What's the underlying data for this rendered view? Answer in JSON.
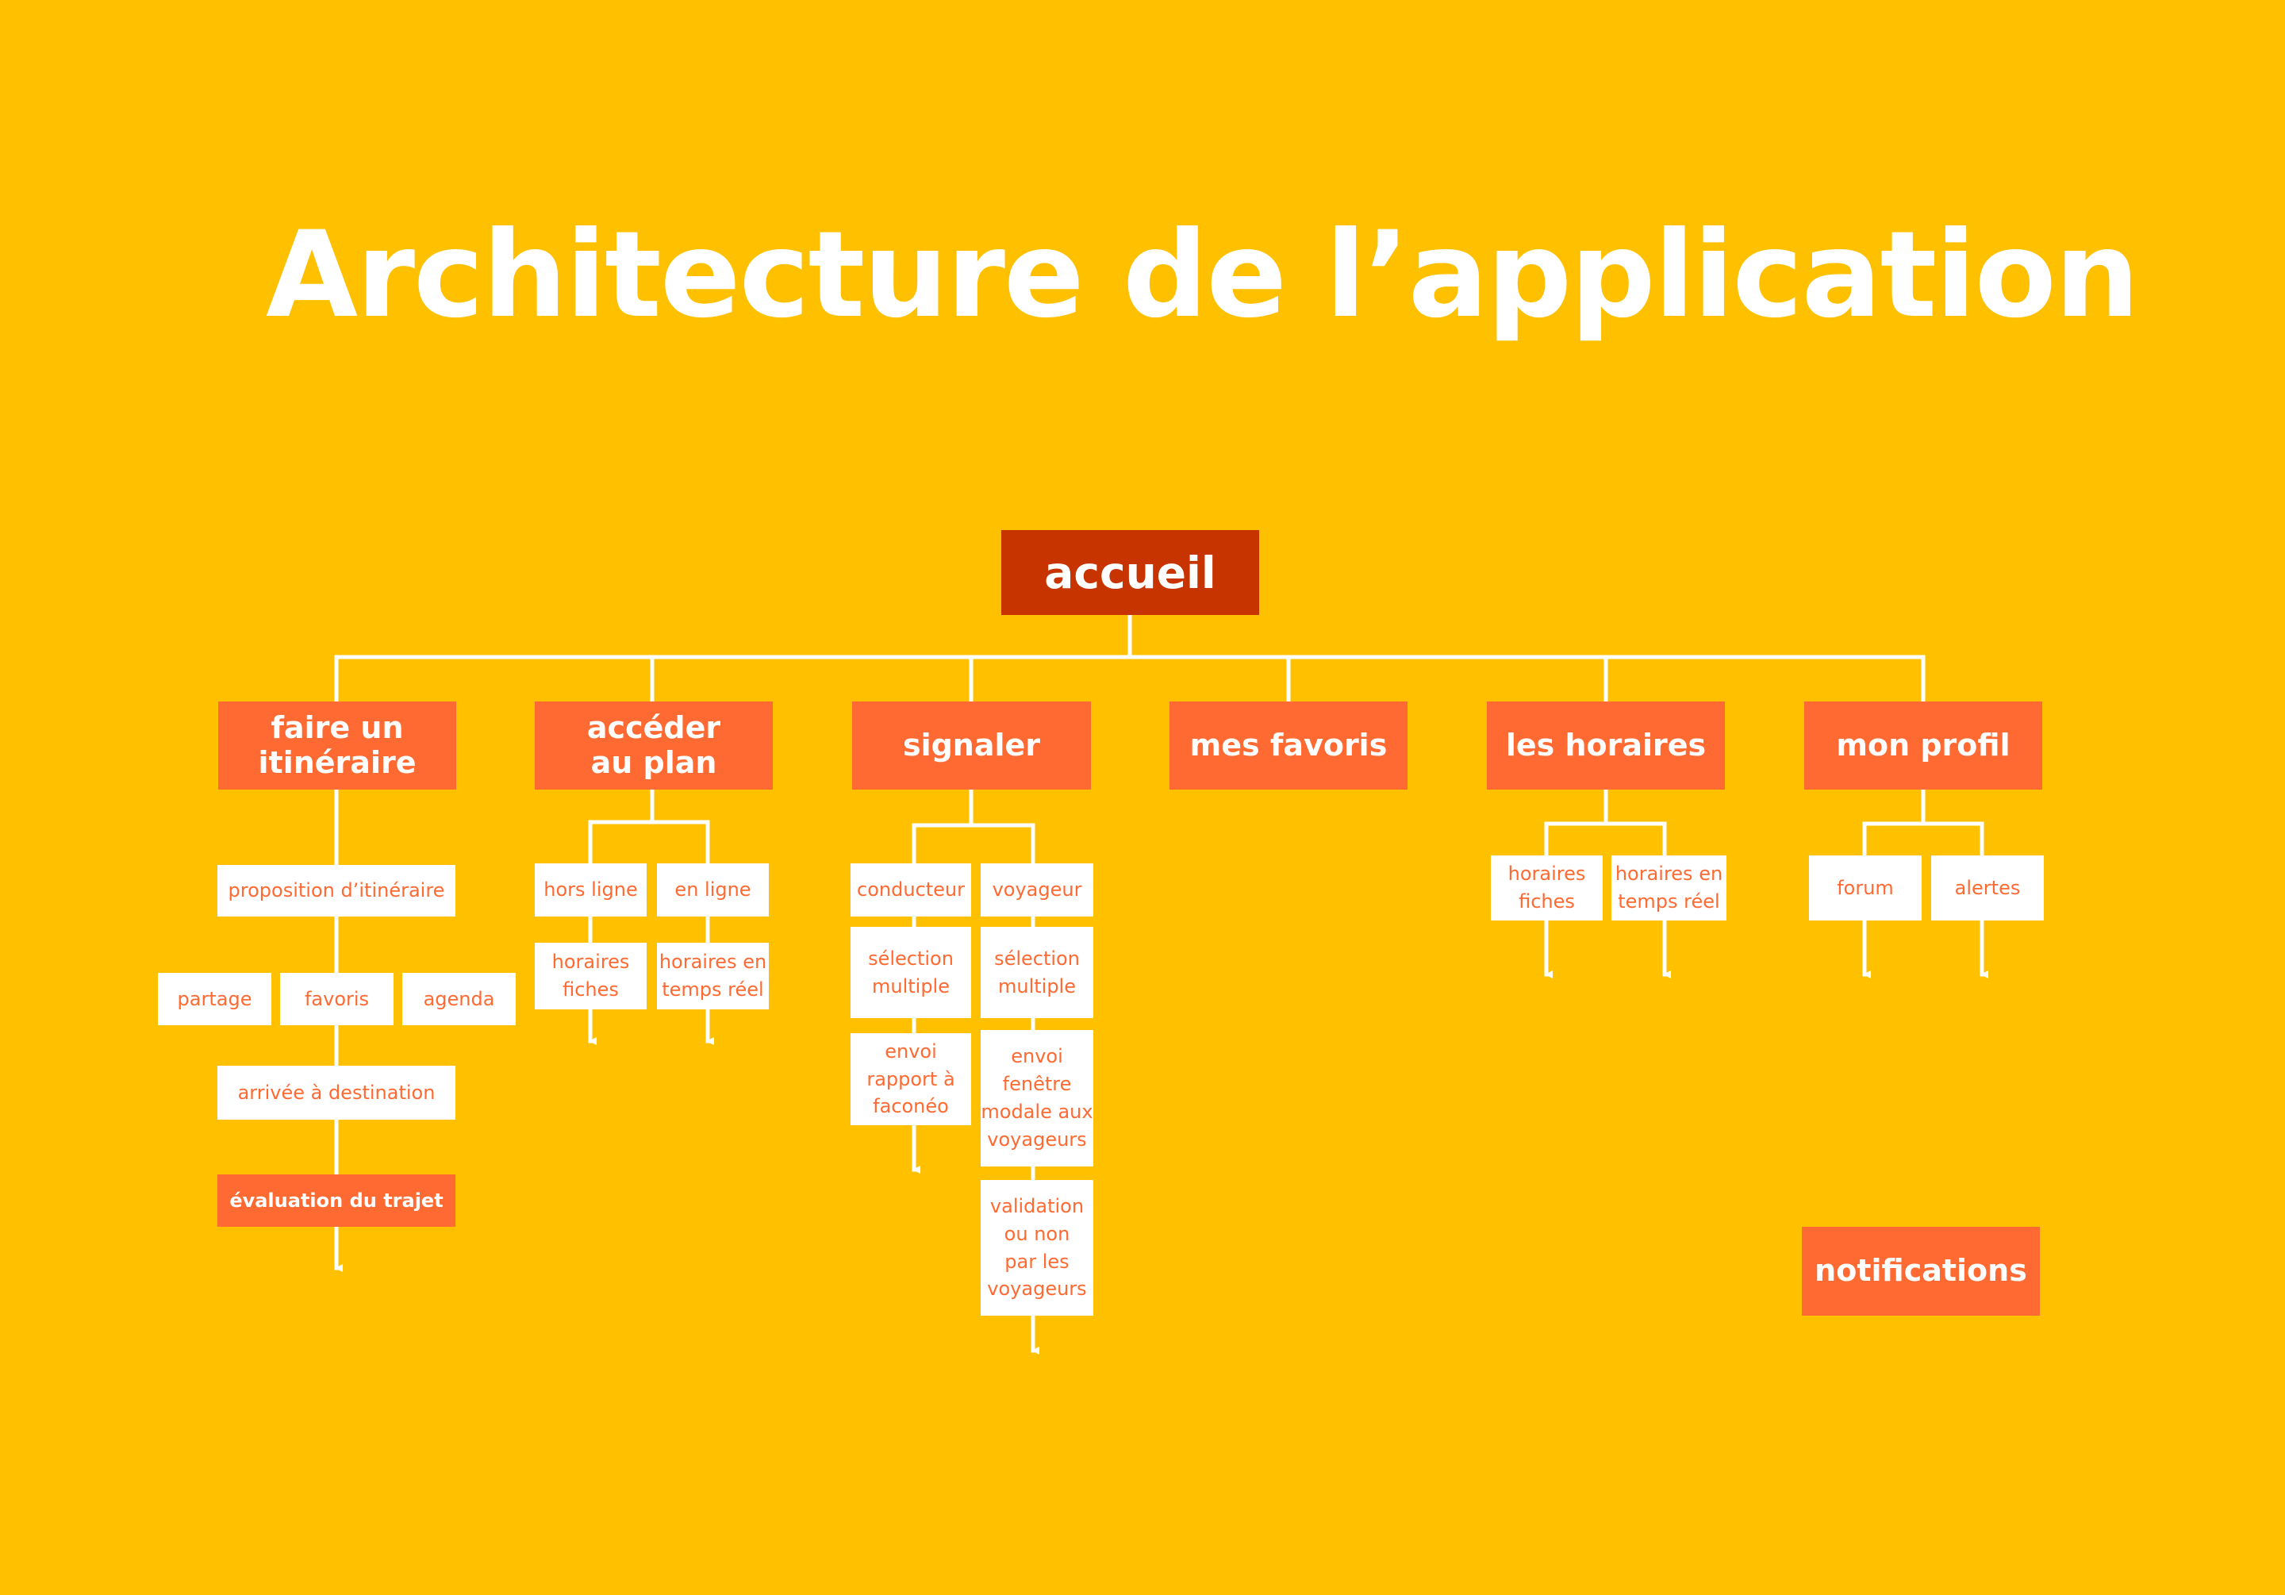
{
  "title": "Architecture de l’application",
  "colors": {
    "background": "#FFC000",
    "root": "#C83400",
    "category": "#FF6A33",
    "subitem_text": "#FF6A33",
    "lines": "#ffffff"
  },
  "root": "accueil",
  "categories": {
    "itineraire": "faire un\nitinéraire",
    "plan": "accéder\nau plan",
    "signaler": "signaler",
    "favoris": "mes favoris",
    "horaires": "les horaires",
    "profil": "mon profil"
  },
  "itineraire": {
    "proposition": "proposition d’itinéraire",
    "partage": "partage",
    "favoris": "favoris",
    "agenda": "agenda",
    "arrivee": "arrivée à destination",
    "evaluation": "évaluation du trajet"
  },
  "plan": {
    "hors_ligne": "hors ligne",
    "en_ligne": "en ligne",
    "horaires_fiches": "horaires\nfiches",
    "horaires_temps_reel": "horaires en\ntemps réel"
  },
  "signaler": {
    "conducteur": "conducteur",
    "voyageur": "voyageur",
    "selection_conducteur": "sélection\nmultiple",
    "selection_voyageur": "sélection\nmultiple",
    "envoi_rapport": "envoi\nrapport à\nfaconéo",
    "envoi_modale": "envoi\nfenêtre\nmodale aux\nvoyageurs",
    "validation": "validation\nou non\npar les\nvoyageurs"
  },
  "horaires": {
    "fiches": "horaires\nfiches",
    "temps_reel": "horaires en\ntemps réel"
  },
  "profil": {
    "forum": "forum",
    "alertes": "alertes"
  },
  "notifications": "notifications"
}
